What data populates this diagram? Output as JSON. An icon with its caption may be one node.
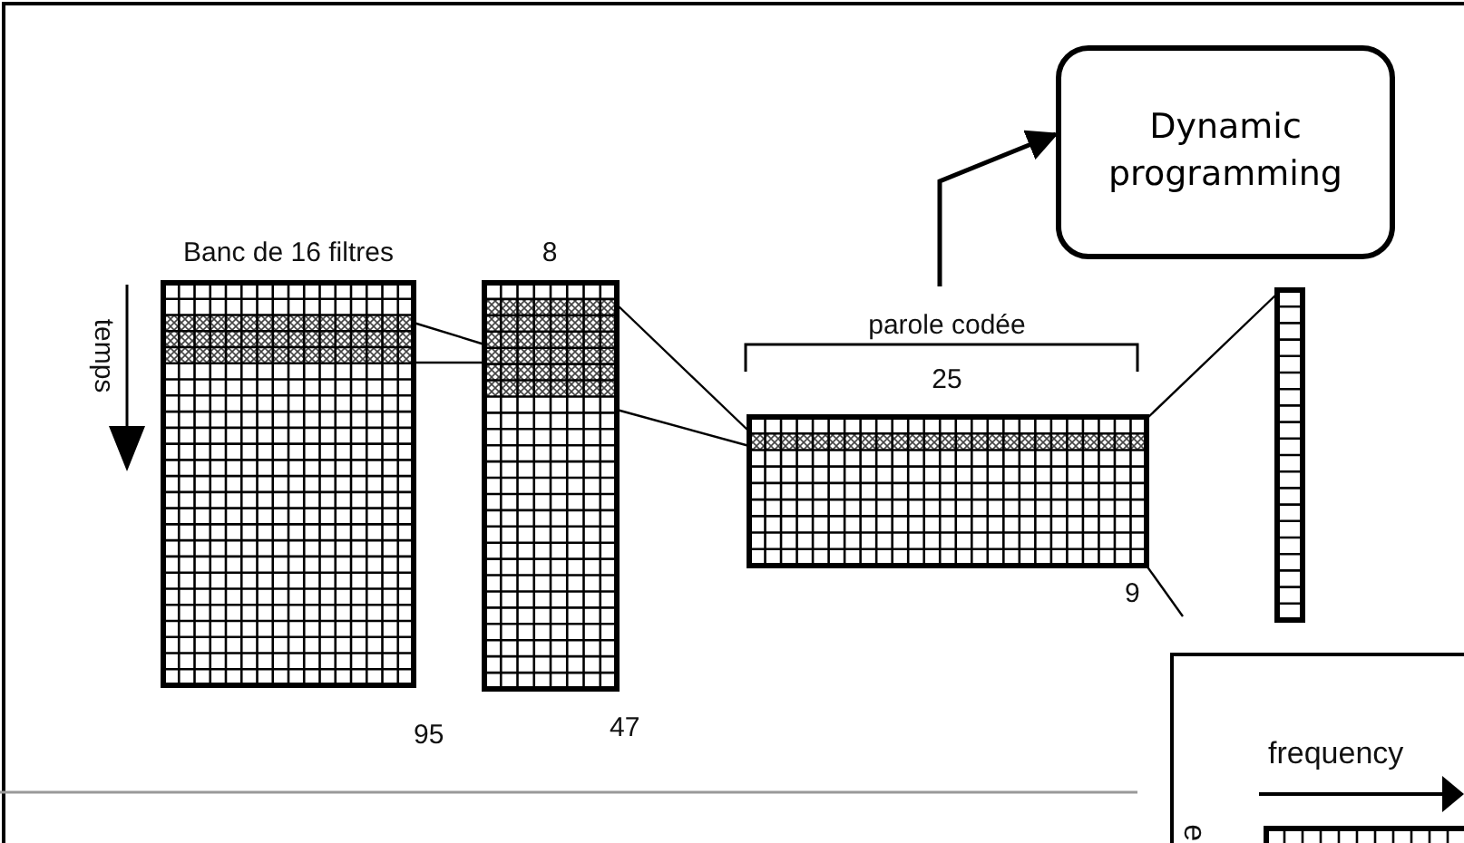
{
  "diagram": {
    "nodes": [
      {
        "text": [
          "Dynamic programming"
        ]
      },
      {
        "text": [
          "Banc de 16 filtres"
        ],
        "beside": [
          "95"
        ]
      },
      {
        "text": [
          "8"
        ],
        "beside": [
          "47"
        ]
      },
      {
        "text": [
          "parole codée",
          "25"
        ],
        "beside": [
          "9"
        ]
      },
      {
        "text": [],
        "shape": "bar"
      },
      {
        "text": [
          "frequency",
          "e"
        ]
      }
    ],
    "edges": [
      {
        "from": 3,
        "to": 0,
        "arrow": "to"
      },
      {
        "from": 1,
        "to": 2,
        "arrow": "none"
      },
      {
        "from": 1,
        "to": 2,
        "arrow": "none"
      },
      {
        "from": 2,
        "to": 3,
        "arrow": "none"
      },
      {
        "from": 2,
        "to": 3,
        "arrow": "none"
      },
      {
        "from": 3,
        "to": 4,
        "arrow": "none"
      },
      {
        "from": 3,
        "to": null,
        "arrow": "none"
      }
    ],
    "labels": [
      "temps"
    ]
  }
}
